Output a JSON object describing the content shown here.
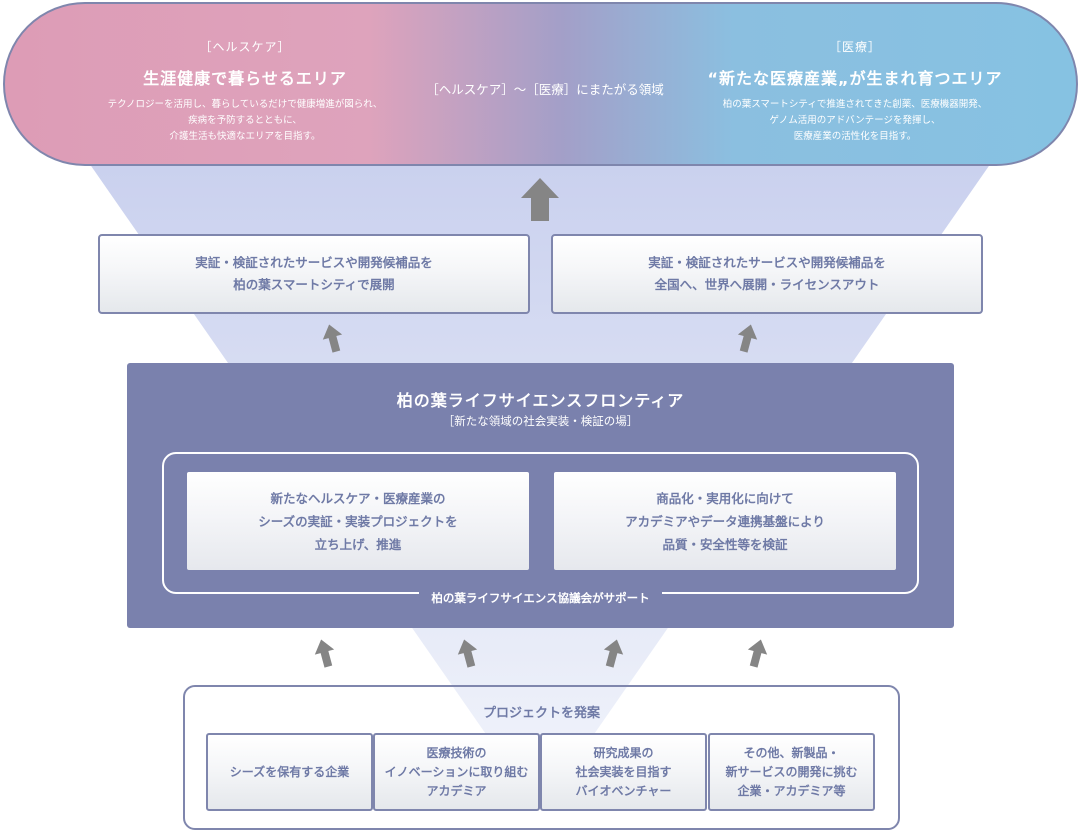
{
  "top": {
    "left_tag": "［ヘルスケア］",
    "left_title": "生涯健康で暮らせるエリア",
    "left_desc": "テクノロジーを活用し、暮らしているだけで健康増進が図られ、\n疾病を予防するとともに、\n介護生活も快適なエリアを目指す。",
    "middle": "［ヘルスケア］〜［医療］にまたがる領域",
    "right_tag": "［医療］",
    "right_title": "“新たな医療産業„が生まれ育つエリア",
    "right_desc": "柏の葉スマートシティで推進されてきた創薬、医療機器開発、\nゲノム活用のアドバンテージを発揮し、\n医療産業の活性化を目指す。"
  },
  "deploy": {
    "left": "実証・検証されたサービスや開発候補品を\n柏の葉スマートシティで展開",
    "right": "実証・検証されたサービスや開発候補品を\n全国へ、世界へ展開・ライセンスアウト"
  },
  "frontier": {
    "title": "柏の葉ライフサイエンスフロンティア",
    "subtitle": "［新たな領域の社会実装・検証の場］",
    "left": "新たなヘルスケア・医療産業の\nシーズの実証・実装プロジェクトを\n立ち上げ、推進",
    "right": "商品化・実用化に向けて\nアカデミアやデータ連携基盤により\n品質・安全性等を検証",
    "support": "柏の葉ライフサイエンス協議会がサポート"
  },
  "projects": {
    "title": "プロジェクトを発案",
    "items": [
      "シーズを保有する企業",
      "医療技術の\nイノベーションに取り組む\nアカデミア",
      "研究成果の\n社会実装を目指す\nバイオベンチャー",
      "その他、新製品・\n新サービスの開発に挑む\n企業・アカデミア等"
    ]
  },
  "colors": {
    "healthcare_pink": "#dd9cb6",
    "medical_blue": "#86c2e2",
    "frontier_purple": "#7a81ad",
    "funnel": "#cdd5ee",
    "arrow": "#858585",
    "border": "#7f86ad"
  }
}
